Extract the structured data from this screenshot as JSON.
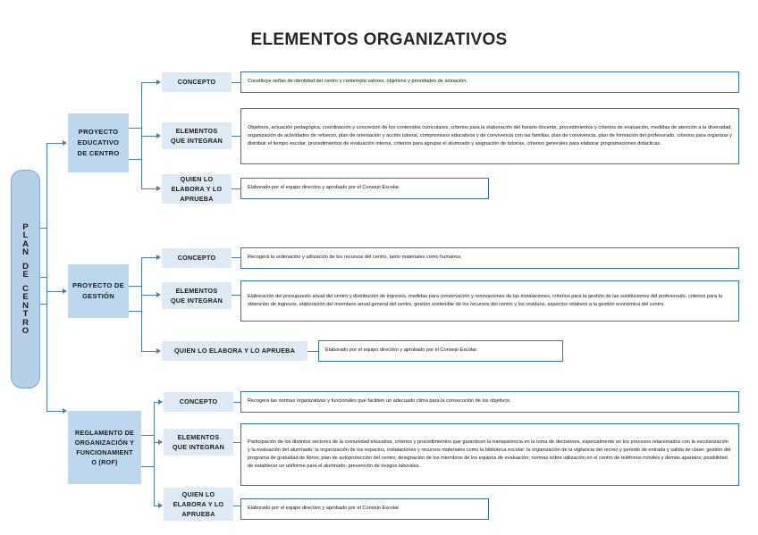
{
  "document": {
    "title": "ELEMENTOS ORGANIZATIVOS"
  },
  "colors": {
    "spine_fill": "#B4CFE7",
    "category_fill": "#BDD7EE",
    "label_fill": "#DEEAF6",
    "text_box_border": "#2E75B6",
    "connector": "#4A7EBB",
    "title_text": "#262626"
  },
  "spine": {
    "name": "PLAN DE CENTRO",
    "letters_line1": [
      "P",
      "L",
      "A",
      "N"
    ],
    "letters_line2": [
      "D",
      "E"
    ],
    "letters_line3": [
      "C",
      "E",
      "N",
      "T",
      "R",
      "O"
    ]
  },
  "sections": [
    {
      "id": "proyecto-educativo-de-centro",
      "category": "PROYECTO\nEDUCATIVO\nDE CENTRO",
      "rows": [
        {
          "id": "concepto",
          "label": "CONCEPTO",
          "text": "Constituye señas de identidad del centro y contempla valores, objetivos y prioridades de actuación."
        },
        {
          "id": "elementos-que-integran",
          "label": "ELEMENTOS\nQUE INTEGRAN",
          "text": "Objetivos, actuación pedagógica, coordinación y concreción de los contenidos curriculares, criterios para la elaboración del horario docente, procedimientos y criterios de evaluación, medidas de atención a la diversidad, organización de actividades de refuerzo, plan de orientación y acción tutorial, compromisos educativos y de convivencia con las familias, plan de convivencia, plan de formación del profesorado, criterios para organizar y distribuir el tiempo escolar, procedimientos de evaluación interna, criterios para agrupar el alumnado y asignación de tutorías, criterios generales para elaborar programaciones didácticas."
        },
        {
          "id": "quien-lo-elabora-y-lo-aprueba",
          "label": "QUIEN LO\nELABORA Y LO\nAPRUEBA",
          "text": "Elaborado por el equipo directivo y aprobado por el Consejo Escolar."
        }
      ]
    },
    {
      "id": "proyecto-de-gestion",
      "category": "PROYECTO DE\nGESTIÓN",
      "rows": [
        {
          "id": "concepto",
          "label": "CONCEPTO",
          "text": "Recogerá la ordenación y utilización de los recursos del centro, tanto materiales como humanos."
        },
        {
          "id": "elementos-que-integran",
          "label": "ELEMENTOS\nQUE INTEGRAN",
          "text": "Elaboración del presupuesto anual del centro y distribución de ingresos, medidas para conservación y renovaciones de las instalaciones, criterios para la gestión de las sustituciones del profesorado, criterios para la obtención de ingresos, elaboración del inventario anual general del centro, gestión sostenible de los recursos del centro y los residuos, aspectos relativos a la gestión económica del centro."
        },
        {
          "id": "quien-lo-elabora-y-lo-aprueba",
          "label": "QUIEN LO ELABORA Y LO APRUEBA",
          "text": "Elaborado por el equipo directivo y aprobado por el Consejo Escolar."
        }
      ]
    },
    {
      "id": "reglamento-de-organizacion-y-funcionamiento",
      "category": "REGLAMENTO DE\nORGANIZACIÓN Y\nFUNCIONAMIENT\nO (ROF)",
      "rows": [
        {
          "id": "concepto",
          "label": "CONCEPTO",
          "text": "Recogerá las normas organizativas y funcionales que faciliten un adecuado clima para la consecución de los objetivos."
        },
        {
          "id": "elementos-que-integran",
          "label": "ELEMENTOS\nQUE INTEGRAN",
          "text": "Participación de los distintos sectores de la comunidad educativa; criterios y procedimientos que garanticen la transparencia en la toma de decisiones, especialmente en los procesos relacionados con la escolarización y la evaluación del alumnado; la organización de los espacios, instalaciones y recursos materiales como la biblioteca escolar; la organización de la vigilancia del recreo y periodo de entrada y salida de clase; gestión del programa de gratuidad de libros; plan de autoprotección del centro; designación de los miembros de los equipos de evaluación; normas sobre utilización en el centro de teléfonos móviles y demás aparatos; posibilidad de establecer un uniforme para el alumnado; prevención de riesgos laborales."
        },
        {
          "id": "quien-lo-elabora-y-lo-aprueba",
          "label": "QUIEN LO\nELABORA Y LO\nAPRUEBA",
          "text": "Elaborado por el equipo directivo y aprobado por el Consejo Escolar."
        }
      ]
    }
  ]
}
